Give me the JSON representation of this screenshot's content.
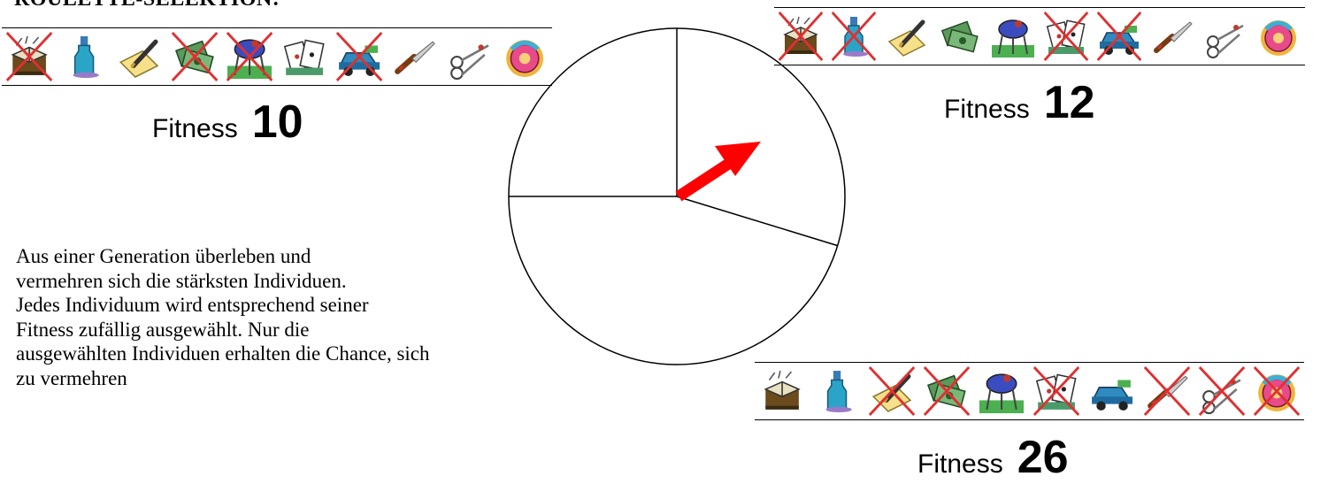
{
  "title": "ROULETTE-SELEKTION:",
  "icons": [
    "book-icon",
    "bottle-icon",
    "pen-paper-icon",
    "money-icon",
    "grill-icon",
    "cards-icon",
    "car-icon",
    "knife-icon",
    "scissors-icon",
    "phone-icon"
  ],
  "individuals": [
    {
      "id": "ind-a",
      "fitness_label": "Fitness",
      "fitness": 10,
      "crossed": [
        true,
        false,
        false,
        true,
        true,
        false,
        true,
        false,
        false,
        false
      ]
    },
    {
      "id": "ind-b",
      "fitness_label": "Fitness",
      "fitness": 12,
      "crossed": [
        true,
        true,
        false,
        false,
        false,
        true,
        true,
        false,
        false,
        false
      ]
    },
    {
      "id": "ind-c",
      "fitness_label": "Fitness",
      "fitness": 26,
      "crossed": [
        false,
        false,
        true,
        true,
        false,
        true,
        false,
        true,
        true,
        true
      ]
    }
  ],
  "wheel": {
    "divider_angles_deg": [
      90,
      180,
      343
    ],
    "arrow_color": "#ff0000"
  },
  "cross_color": "#e03030",
  "description": [
    "Aus einer Generation überleben und",
    "vermehren sich die stärksten Individuen.",
    "Jedes Individuum wird entsprechend seiner",
    "Fitness zufällig ausgewählt. Nur die",
    "ausgewählten Individuen erhalten die Chance, sich",
    "zu vermehren"
  ]
}
